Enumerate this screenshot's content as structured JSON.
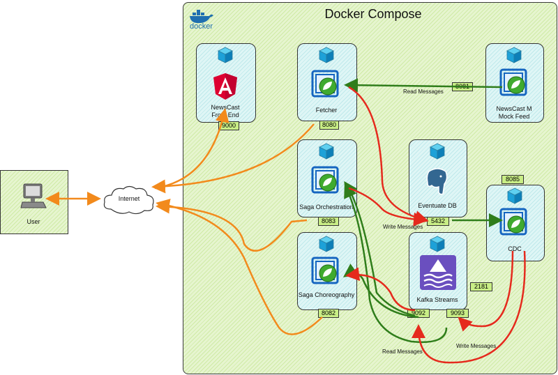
{
  "compose": {
    "title": "Docker Compose",
    "brand": "docker"
  },
  "user": {
    "label": "User"
  },
  "internet": {
    "label": "Internet"
  },
  "services": {
    "frontend": {
      "label_line1": "NewsCast",
      "label_line2": "Front End",
      "port": "9000",
      "icon": "angular-icon"
    },
    "fetcher": {
      "label": "Fetcher",
      "port": "8080",
      "icon": "spring-icon"
    },
    "mockfeed": {
      "label_line1": "NewsCast M",
      "label_line2": "Mock Feed",
      "port": "8081",
      "icon": "spring-icon"
    },
    "orchestration": {
      "label": "Saga Orchestration",
      "port": "8083",
      "icon": "spring-icon"
    },
    "eventuate": {
      "label": "Eventuate DB",
      "port": "5432",
      "icon": "postgres-icon"
    },
    "cdc": {
      "label": "CDC",
      "port": "8085",
      "icon": "spring-icon"
    },
    "choreography": {
      "label": "Saga Choreography",
      "port": "8082",
      "icon": "spring-icon"
    },
    "kafka": {
      "label": "Kafka Streams",
      "port_a": "9092",
      "port_b": "9093",
      "port_zk": "2181",
      "icon": "kafka-icon"
    }
  },
  "messages": {
    "read_top": "Read Messages",
    "write_mid": "Write Messages",
    "read_bottom": "Read Messages",
    "write_bottom": "Write Messages"
  },
  "colors": {
    "http": "#f28a1c",
    "read": "#2f7d1b",
    "write": "#e52a1d"
  }
}
